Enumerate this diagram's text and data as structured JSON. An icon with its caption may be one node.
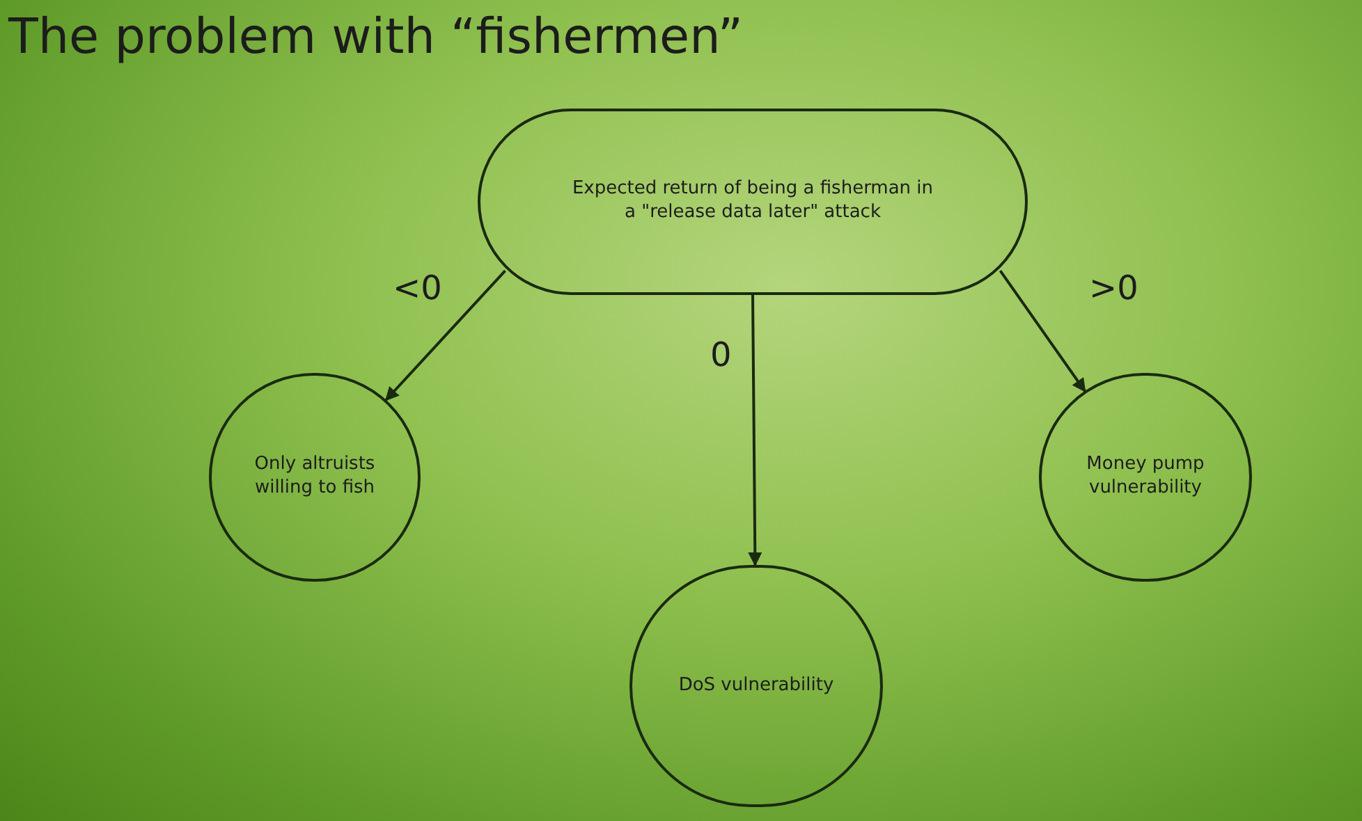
{
  "diagram": {
    "title": "The problem with “fishermen”",
    "nodes": [
      {
        "text": [
          "Expected return of being a fisherman in a \"release data later\" attack"
        ]
      },
      {
        "text": [
          "Only altruists willing to fish"
        ]
      },
      {
        "text": [
          "DoS vulnerability"
        ]
      },
      {
        "text": [
          "Money pump vulnerability"
        ]
      }
    ],
    "edges": [
      {
        "from": 0,
        "to": 1,
        "arrow": "to",
        "label": "<0"
      },
      {
        "from": 0,
        "to": 2,
        "arrow": "to",
        "label": "0"
      },
      {
        "from": 0,
        "to": 3,
        "arrow": "to",
        "label": ">0"
      }
    ]
  }
}
